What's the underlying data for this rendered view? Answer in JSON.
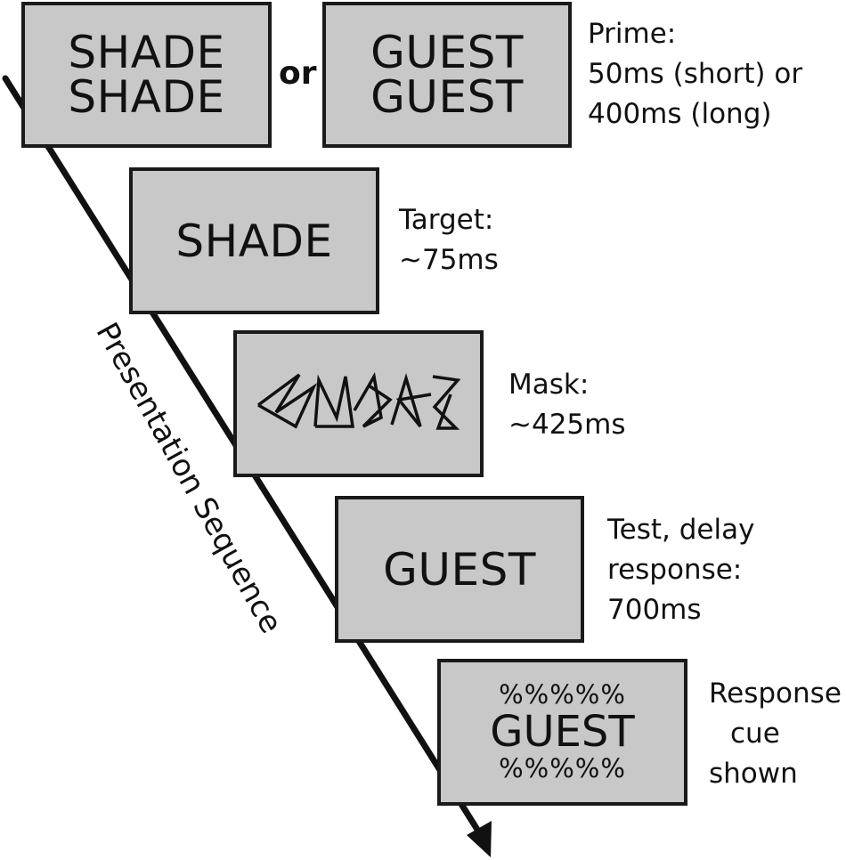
{
  "prime": {
    "option_a": {
      "line1": "SHADE",
      "line2": "SHADE"
    },
    "connector": "or",
    "option_b": {
      "line1": "GUEST",
      "line2": "GUEST"
    },
    "label": [
      "Prime:",
      "50ms (short) or",
      "400ms (long)"
    ]
  },
  "target": {
    "word": "SHADE",
    "label": [
      "Target:",
      "~75ms"
    ]
  },
  "mask": {
    "label": [
      "Mask:",
      "~425ms"
    ]
  },
  "test": {
    "word": "GUEST",
    "label": [
      "Test, delay",
      "response:",
      "700ms"
    ]
  },
  "response_cue": {
    "top": "%%%%%",
    "word": "GUEST",
    "bottom": "%%%%%",
    "label": [
      "Response",
      "cue",
      "shown"
    ]
  },
  "sequence_label": "Presentation Sequence",
  "colors": {
    "screen_fill": "#c8c8c8",
    "stroke": "#1a1a1a",
    "background": "#ffffff"
  }
}
